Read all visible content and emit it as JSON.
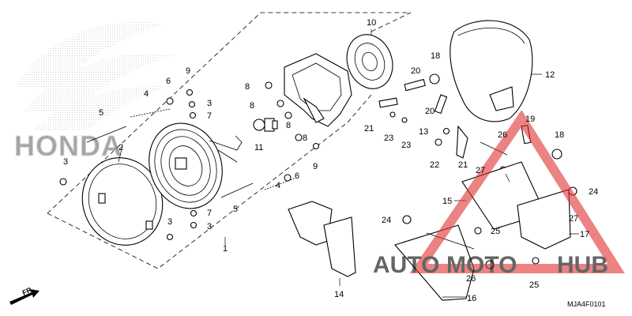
{
  "brand_watermark": "HONDA",
  "overlay_watermark": {
    "part1": "AUTO",
    "part2": "MOTO",
    "part3": "HUB",
    "color_orange": "#f0a64a",
    "color_red": "#e03030",
    "color_dark": "#2f3a5a"
  },
  "direction_label": "FR.",
  "diagram_code": "MJA4F0101",
  "callouts": {
    "c1": "1",
    "c2": "2",
    "c3a": "3",
    "c3b": "3",
    "c3c": "3",
    "c3d": "3",
    "c4a": "4",
    "c4b": "4",
    "c5a": "5",
    "c5b": "5",
    "c6a": "6",
    "c6b": "6",
    "c7a": "7",
    "c7b": "7",
    "c8a": "8",
    "c8b": "8",
    "c8c": "8",
    "c8d": "8",
    "c9a": "9",
    "c9b": "9",
    "c10": "10",
    "c11": "11",
    "c12": "12",
    "c13": "13",
    "c14": "14",
    "c15": "15",
    "c16": "16",
    "c17": "17",
    "c18a": "18",
    "c18b": "18",
    "c19": "19",
    "c20a": "20",
    "c20b": "20",
    "c21a": "21",
    "c21b": "21",
    "c22": "22",
    "c23a": "23",
    "c23b": "23",
    "c24a": "24",
    "c24b": "24",
    "c25a": "25",
    "c25b": "25",
    "c26a": "26",
    "c26b": "26",
    "c27a": "27",
    "c27b": "27"
  }
}
